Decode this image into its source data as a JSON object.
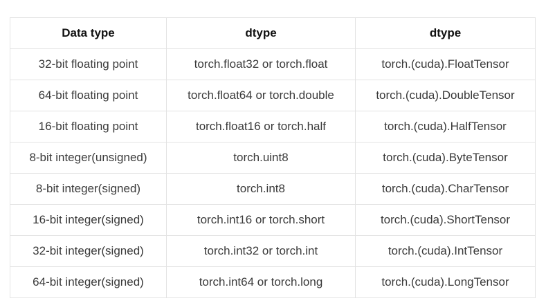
{
  "table": {
    "headers": [
      "Data type",
      "dtype",
      "dtype"
    ],
    "rows": [
      [
        "32-bit floating point",
        "torch.float32 or torch.float",
        "torch.(cuda).FloatTensor"
      ],
      [
        "64-bit floating point",
        "torch.float64 or torch.double",
        "torch.(cuda).DoubleTensor"
      ],
      [
        "16-bit floating point",
        "torch.float16 or torch.half",
        "torch.(cuda).HalfTensor"
      ],
      [
        "8-bit integer(unsigned)",
        "torch.uint8",
        "torch.(cuda).ByteTensor"
      ],
      [
        "8-bit integer(signed)",
        "torch.int8",
        "torch.(cuda).CharTensor"
      ],
      [
        "16-bit integer(signed)",
        "torch.int16 or torch.short",
        "torch.(cuda).ShortTensor"
      ],
      [
        "32-bit integer(signed)",
        "torch.int32 or torch.int",
        "torch.(cuda).IntTensor"
      ],
      [
        "64-bit integer(signed)",
        "torch.int64 or torch.long",
        "torch.(cuda).LongTensor"
      ]
    ]
  }
}
